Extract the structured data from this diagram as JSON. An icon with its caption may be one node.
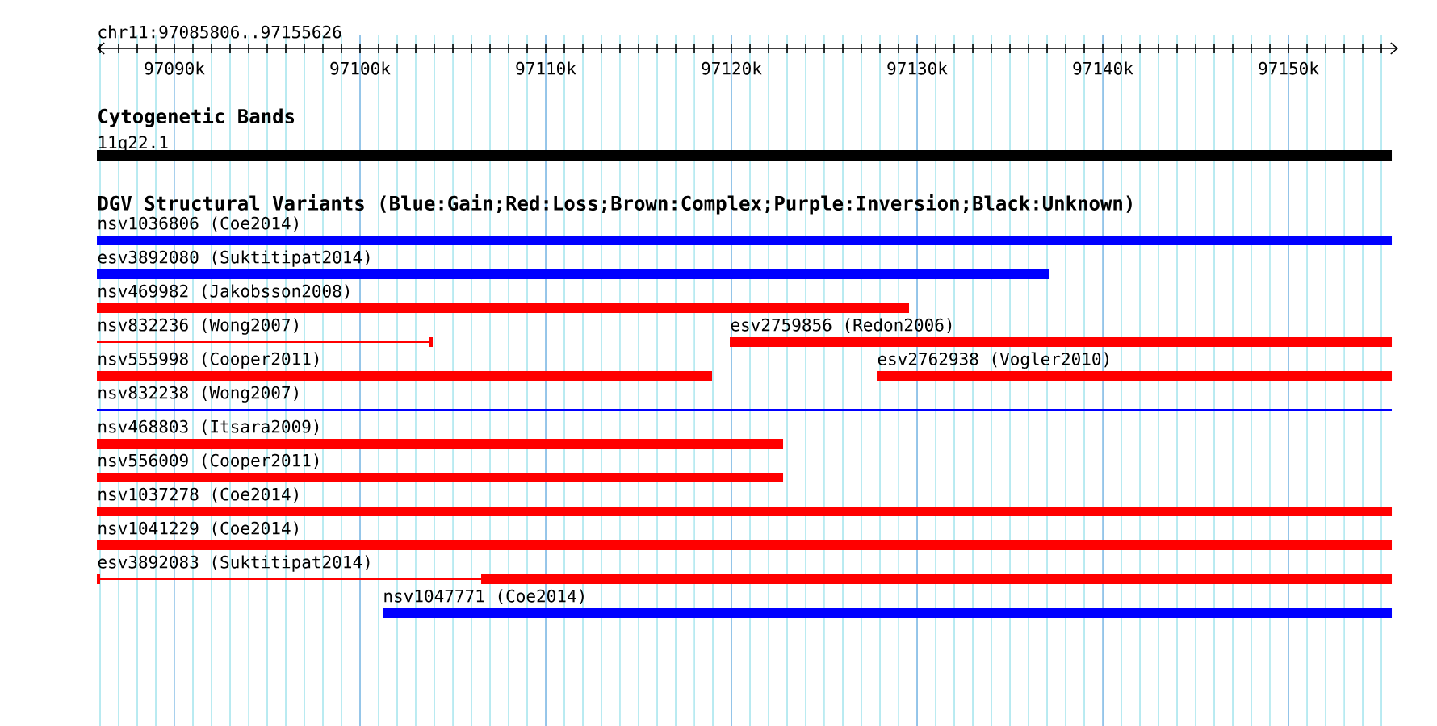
{
  "diagram": {
    "nodes": [
      {
        "text": [
          "11q22.1"
        ]
      },
      {
        "text": [
          "nsv1036806 (Coe2014)"
        ]
      },
      {
        "text": [
          "esv3892080 (Suktitipat2014)"
        ]
      },
      {
        "text": [
          "nsv469982 (Jakobsson2008)"
        ]
      },
      {
        "text": [
          "nsv832236 (Wong2007)"
        ]
      },
      {
        "text": [
          "esv2759856 (Redon2006)"
        ]
      },
      {
        "text": [
          "nsv555998 (Cooper2011)"
        ]
      },
      {
        "text": [
          "esv2762938 (Vogler2010)"
        ]
      },
      {
        "text": [
          "nsv832238 (Wong2007)"
        ]
      },
      {
        "text": [
          "nsv468803 (Itsara2009)"
        ]
      },
      {
        "text": [
          "nsv556009 (Cooper2011)"
        ]
      },
      {
        "text": [
          "nsv1037278 (Coe2014)"
        ]
      },
      {
        "text": [
          "nsv1041229 (Coe2014)"
        ]
      },
      {
        "text": [
          "esv3892083 (Suktitipat2014)"
        ]
      },
      {
        "text": [
          "nsv1047771 (Coe2014)"
        ]
      }
    ],
    "labels": [
      "chr11:97085806..97155626",
      "97090k",
      "97100k",
      "97110k",
      "97120k",
      "97130k",
      "97140k",
      "97150k",
      "Cytogenetic Bands",
      "DGV Structural Variants (Blue:Gain;Red:Loss;Brown:Complex;Purple:Inversion;Black:Unknown)"
    ]
  }
}
